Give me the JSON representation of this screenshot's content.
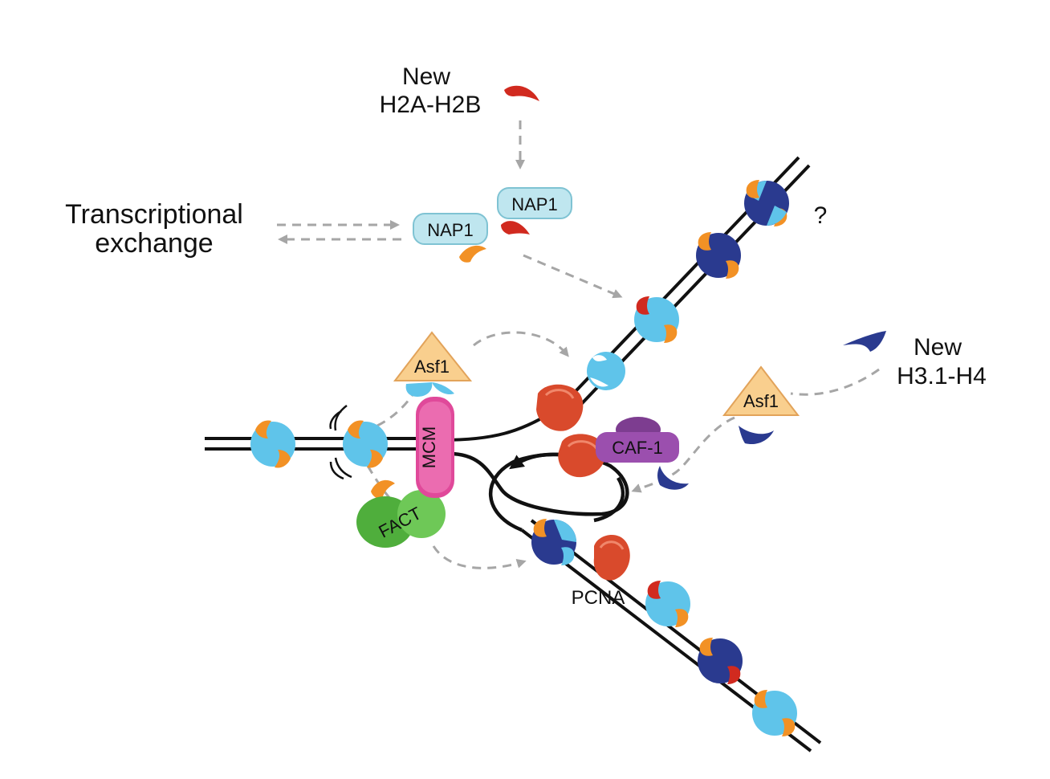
{
  "labels": {
    "new_h2a_h2b_line1": "New",
    "new_h2a_h2b_line2": "H2A-H2B",
    "new_h3_h4_line1": "New",
    "new_h3_h4_line2": "H3.1-H4",
    "transcriptional_line1": "Transcriptional",
    "transcriptional_line2": "exchange",
    "nap1_top": "NAP1",
    "nap1_bottom": "NAP1",
    "asf1_left": "Asf1",
    "asf1_right": "Asf1",
    "mcm": "MCM",
    "fact": "FACT",
    "caf1": "CAF-1",
    "pcna": "PCNA",
    "question_mark": "?"
  },
  "colors": {
    "histone_light_blue": "#5fc4ea",
    "histone_orange": "#f29125",
    "histone_dark_blue": "#2a3a8f",
    "histone_red": "#d12a1f",
    "nap1_fill": "#bfe6ef",
    "asf1_fill": "#f9cf8e",
    "mcm_fill": "#e0499a",
    "fact_fill": "#5cb848",
    "caf1_fill": "#9b4fae",
    "pcna_fill": "#d94a2c",
    "dna": "#111111",
    "arrow_gray": "#a6a6a6"
  }
}
